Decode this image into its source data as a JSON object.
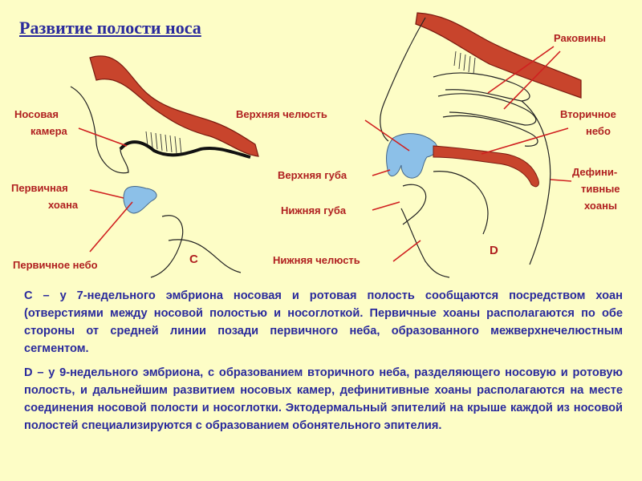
{
  "title": "Развитие полости носа",
  "labels": {
    "nasal_chamber_1": "Носовая",
    "nasal_chamber_2": "камера",
    "primary_choana_1": "Первичная",
    "primary_choana_2": "хоана",
    "primary_palate": "Первичное небо",
    "letter_c": "C",
    "upper_jaw": "Верхняя челюсть",
    "upper_lip": "Верхняя губа",
    "lower_lip": "Нижняя губа",
    "lower_jaw": "Нижняя челюсть",
    "letter_d": "D",
    "conchae": "Раковины",
    "secondary_palate_1": "Вторичное",
    "secondary_palate_2": "небо",
    "definitive_choanae_1": "Дефини-",
    "definitive_choanae_2": "тивные",
    "definitive_choanae_3": "хоаны"
  },
  "paragraphs": {
    "c": "С – у 7-недельного эмбриона носовая и ротовая полость сообщаются посредством хоан (отверстиями между носовой полостью и носоглоткой. Первичные хоаны располагаются по обе стороны от средней линии позади первичного неба, образованного межверхнечелюстным сегментом.",
    "d": "D – у 9-недельного эмбриона, с образованием вторичного неба, разделяющего носовую и ротовую полость, и дальнейшим развитием носовых камер, дефинитивные хоаны располагаются на месте соединения носовой полости и носоглотки. Эктодермальный эпителий на крыше каждой из носовой полостей специализируются с образованием обонятельного эпителия."
  },
  "colors": {
    "background": "#fdfdc6",
    "tissue_red": "#c8442c",
    "choana_blue": "#8cc0e8",
    "label_red": "#b02020",
    "text_blue": "#2a2a9c"
  }
}
